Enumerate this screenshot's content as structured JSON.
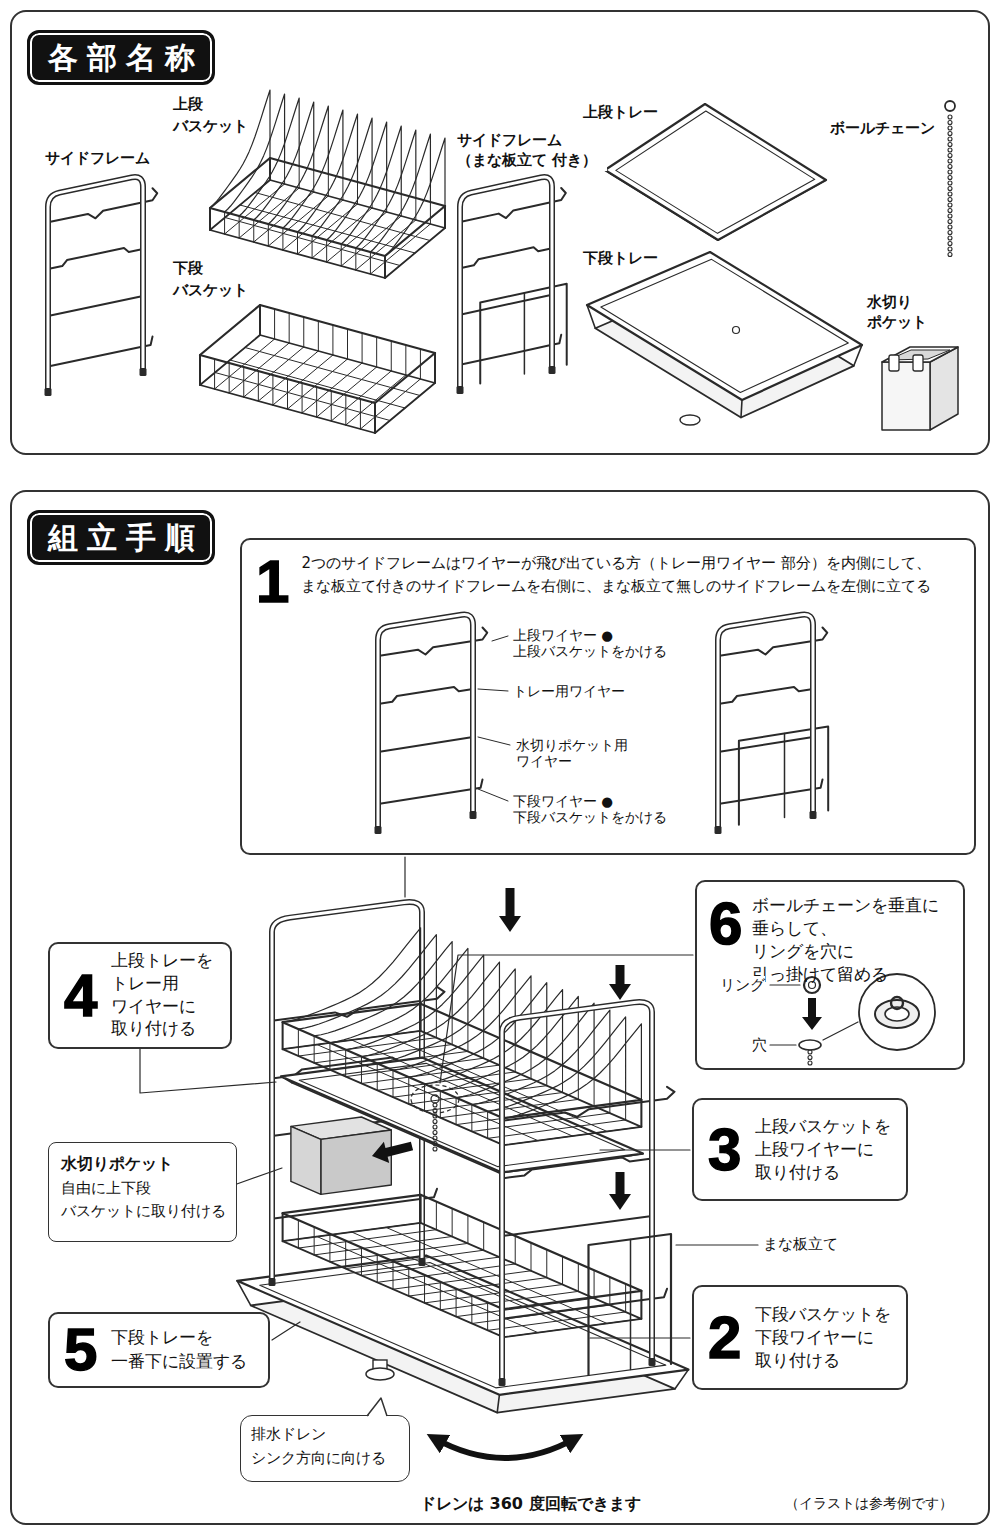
{
  "diagram": {
    "nodes": [
      {
        "text": [
          "各部名称"
        ]
      },
      {
        "text": [
          "組立手順"
        ]
      },
      {
        "text": [
          "1",
          "2つのサイドフレームはワイヤーが飛び出ている方（トレー用ワイヤー 部分）を内側にして、 まな板立て付きのサイドフレームを右側に、まな板立て無しのサイドフレームを左側に立てる"
        ],
        "in": 1
      },
      {
        "text": [
          "6",
          "ボールチェーンを垂直に 垂らして、リングを穴に 引っ掛けて留める"
        ],
        "in": 1
      },
      {
        "text": [
          "4",
          "上段トレーを トレー用 ワイヤーに 取り付ける"
        ],
        "in": 1
      },
      {
        "text": [
          "水切りポケット",
          "自由に上下段 バスケットに取り付ける"
        ],
        "in": 1
      },
      {
        "text": [
          "3",
          "上段バスケットを 上段ワイヤーに 取り付ける"
        ],
        "in": 1
      },
      {
        "text": [
          "2",
          "下段バスケットを 下段ワイヤーに 取り付ける"
        ],
        "in": 1
      },
      {
        "text": [
          "5",
          "下段トレーを 一番下に設置する"
        ],
        "in": 1
      },
      {
        "text": [
          "排水ドレン シンク方向に向ける"
        ],
        "in": 1
      }
    ],
    "labels": [
      "サイドフレーム",
      "上段 バスケット",
      "下段 バスケット",
      "サイドフレーム （まな板立て 付き）",
      "上段トレー",
      "下段トレー",
      "ボールチェーン",
      "水切り ポケット",
      "上段ワイヤー ●上段バスケットをかける",
      "トレー用ワイヤー",
      "水切りポケット用 ワイヤー",
      "下段ワイヤー ●下段バスケットをかける",
      "リング",
      "穴",
      "まな板立て",
      "ドレンは 360 度回転できます",
      "（イラストは参考例です）"
    ]
  }
}
